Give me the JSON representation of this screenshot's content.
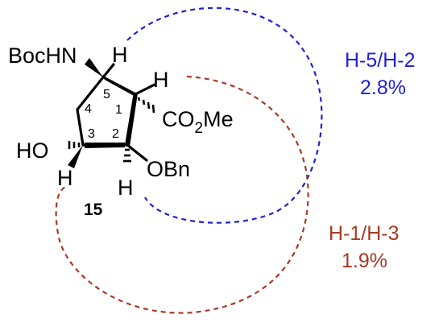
{
  "molecule": {
    "compound_number": "15",
    "groups": {
      "boc_nh": "BocHN",
      "ho": "HO",
      "co2me_prefix": "CO",
      "co2me_subscript": "2",
      "co2me_suffix": "Me",
      "obn": "OBn",
      "h": "H"
    },
    "ring_numbers": [
      "1",
      "2",
      "3",
      "4",
      "5"
    ]
  },
  "noe": [
    {
      "label": "H-5/H-2",
      "value": "2.8%",
      "color": "#2020d8"
    },
    {
      "label": "H-1/H-3",
      "value": "1.9%",
      "color": "#a83a24"
    }
  ]
}
